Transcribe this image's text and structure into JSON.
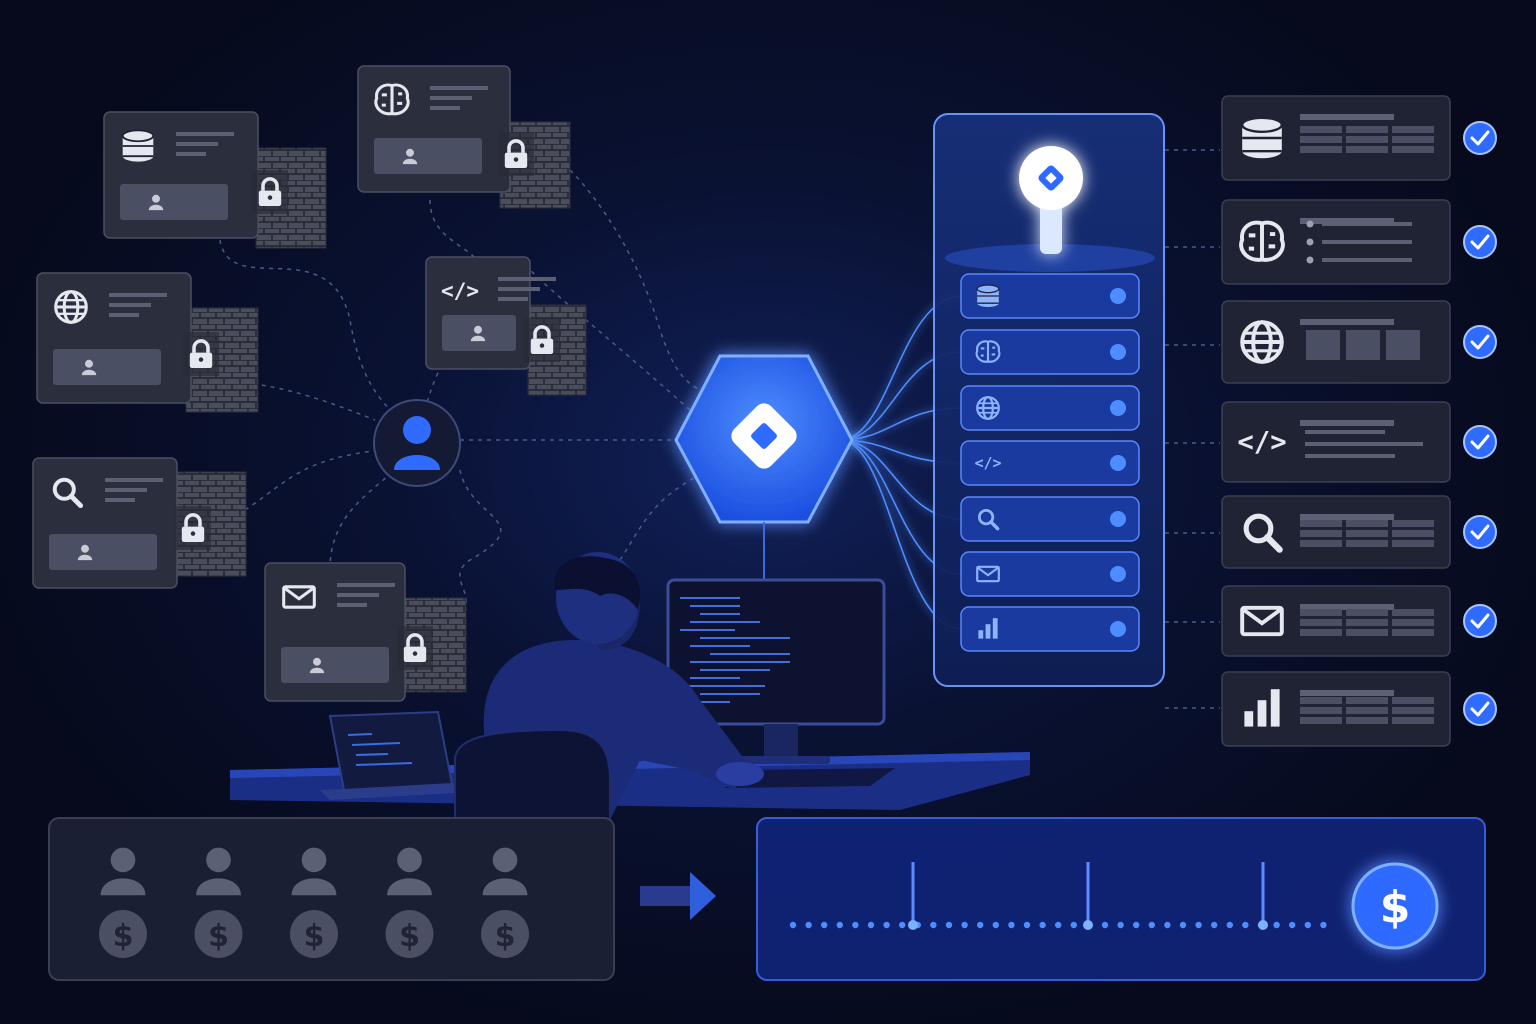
{
  "icons": {
    "database": "database-icon",
    "brain": "brain-icon",
    "globe": "globe-icon",
    "code": "code-icon",
    "search": "search-icon",
    "mail": "mail-icon",
    "chart": "chart-icon",
    "user": "user-icon",
    "lock": "lock-icon",
    "dollar": "dollar-icon",
    "check": "check-icon",
    "hub": "diamond-icon"
  },
  "left_services": [
    "database",
    "brain",
    "globe",
    "code",
    "search",
    "mail"
  ],
  "gateway_services": [
    "database",
    "brain",
    "globe",
    "code",
    "search",
    "mail",
    "chart"
  ],
  "right_services": [
    "database",
    "brain",
    "globe",
    "code",
    "search",
    "mail",
    "chart"
  ],
  "per_seat_users": 5,
  "usage_meter": {
    "spikes": 3,
    "dollar_symbol": "$"
  },
  "seat_dollar_symbol": "$",
  "code_glyph": "</>",
  "colors": {
    "background": "#070b1f",
    "panel": "#1f2333",
    "panel_border": "#3a3f55",
    "accent": "#2f6bff",
    "accent_glow": "#4d8dff",
    "muted": "#5b6075",
    "check": "#2f6bff"
  }
}
